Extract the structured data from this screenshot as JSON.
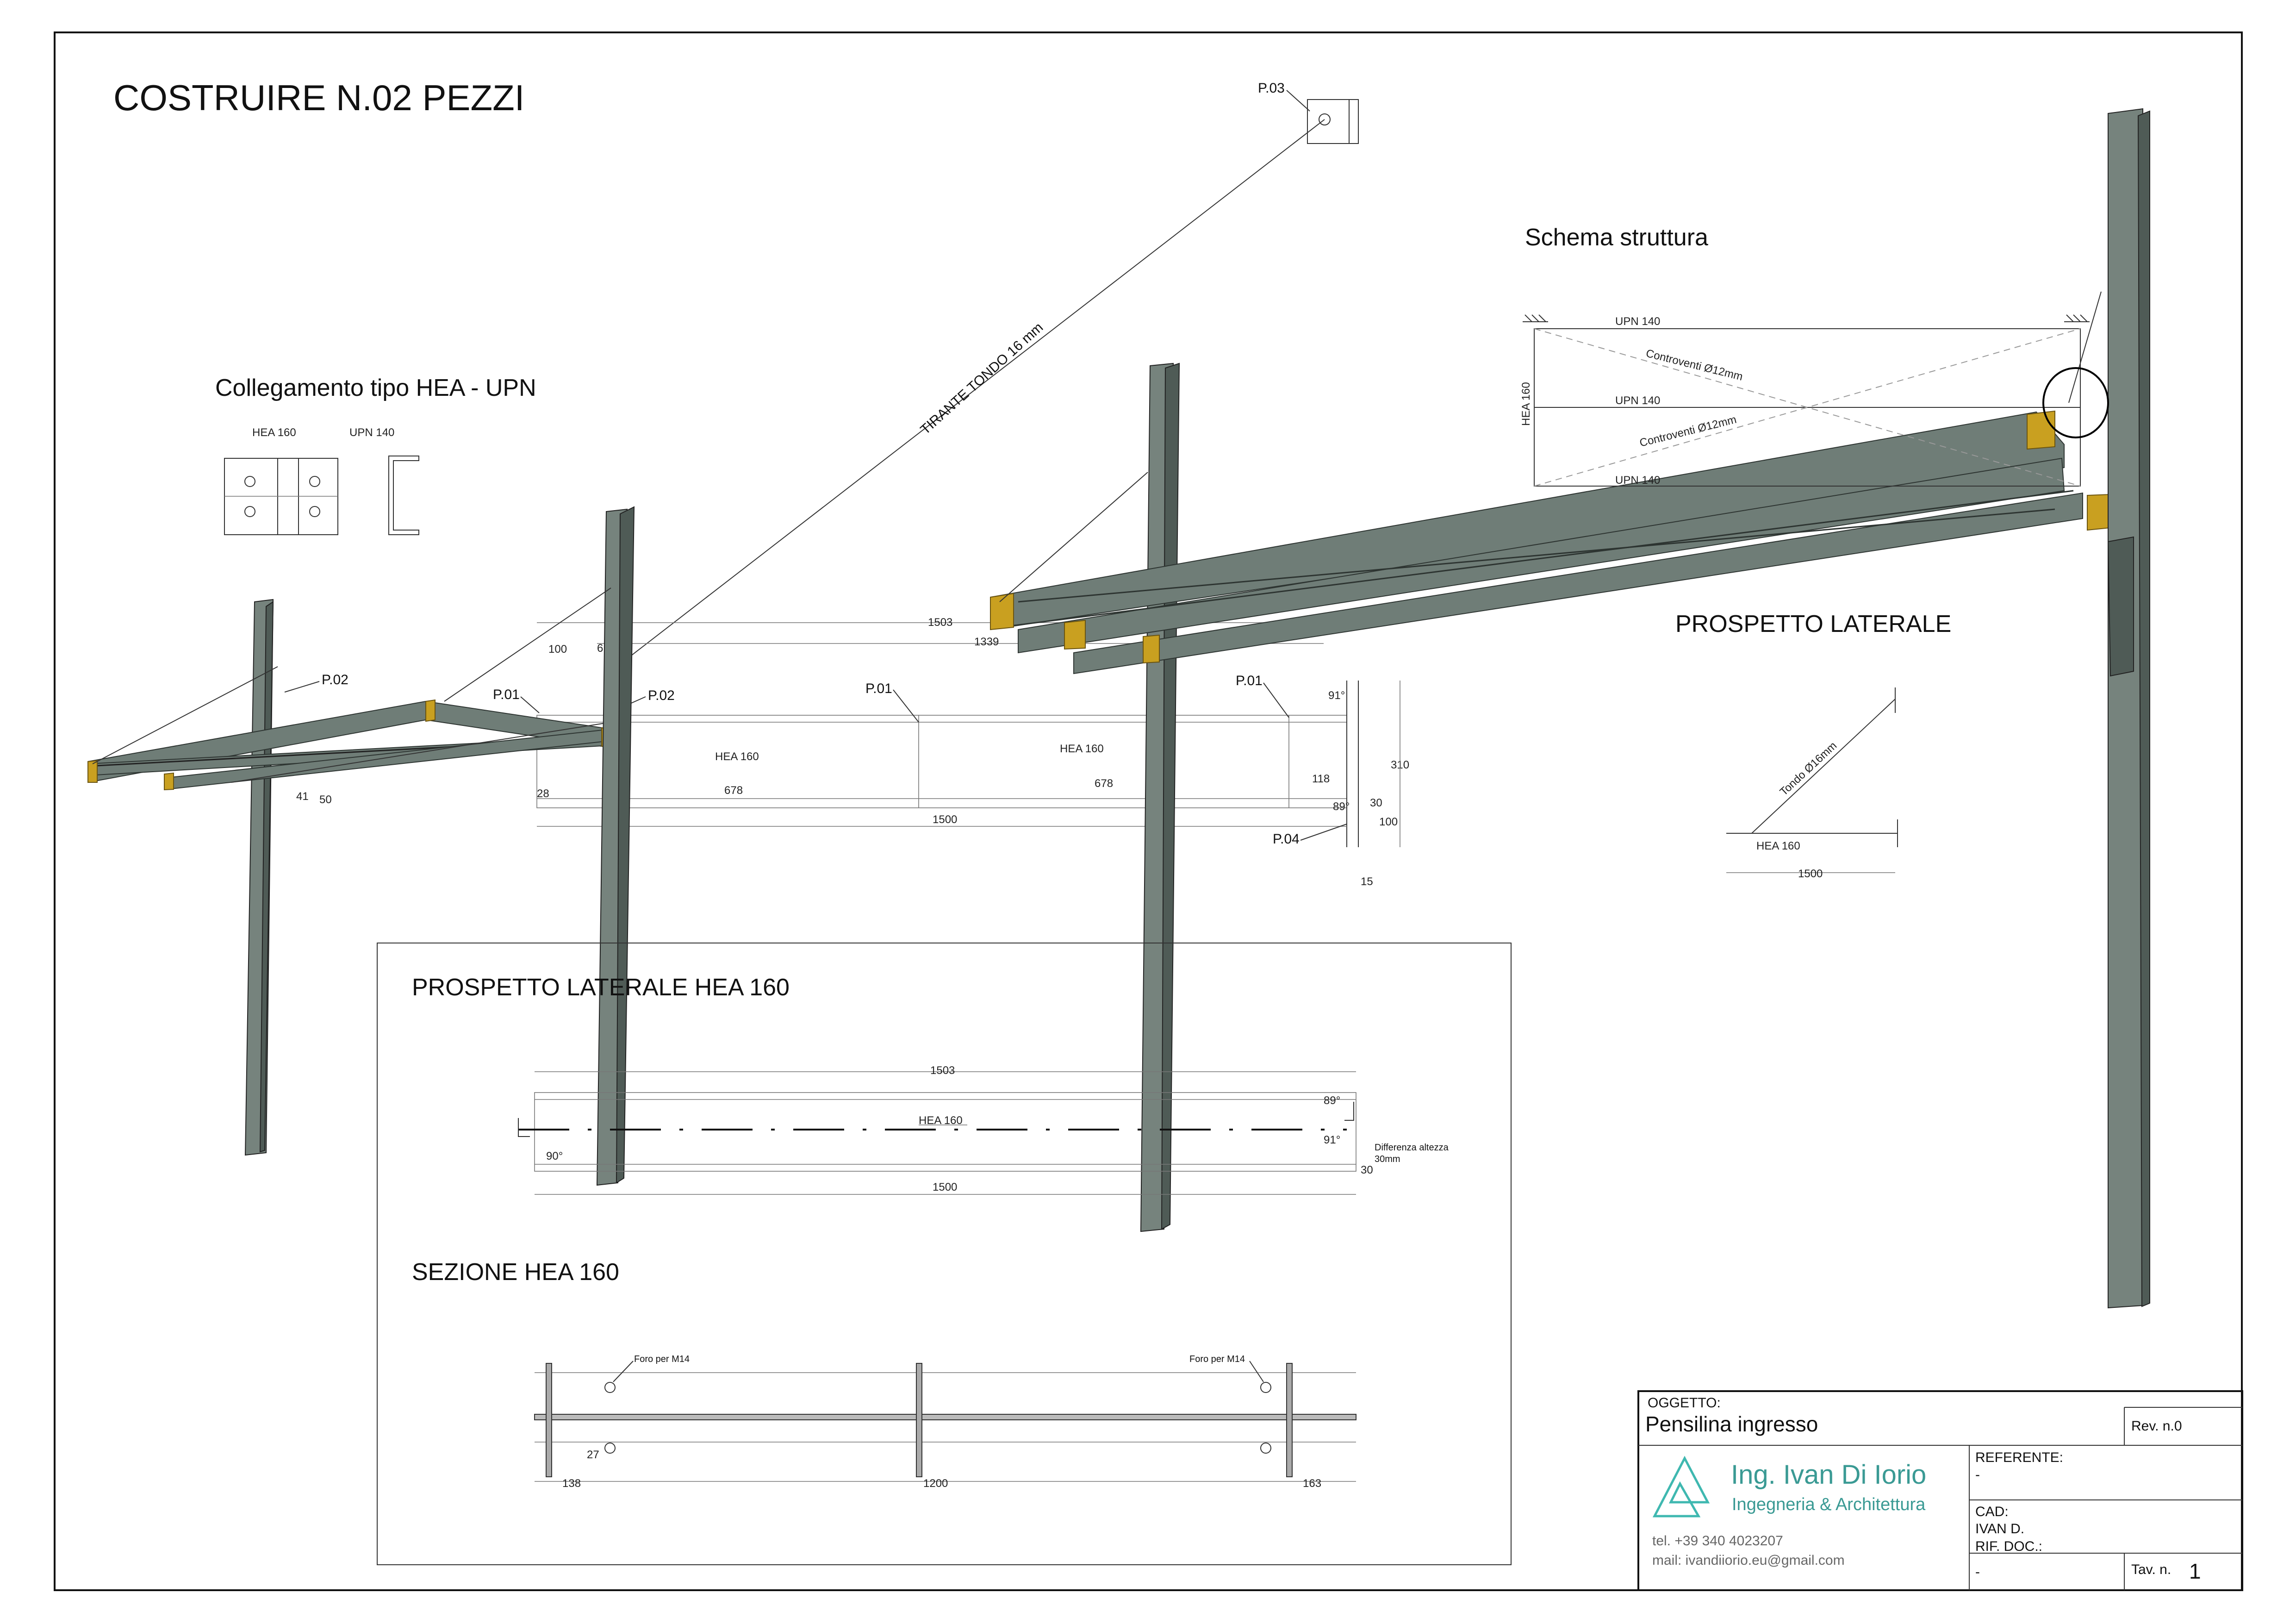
{
  "header": {
    "title": "COSTRUIRE N.02 PEZZI"
  },
  "labels": {
    "p03": "P.03",
    "tirante": "TIRANTE TONDO 16 mm",
    "schema": "Schema struttura",
    "collegamento": "Collegamento tipo HEA - UPN",
    "hea160": "HEA 160",
    "upn140": "UPN 140",
    "p01": "P.01",
    "p02": "P.02",
    "p04": "P.04",
    "controventi": "Controventi Ø12mm",
    "prospetto_laterale": "PROSPETTO LATERALE",
    "tondo": "Tondo Ø16mm",
    "prospetto_hea": "PROSPETTO LATERALE HEA 160",
    "sezione_hea": "SEZIONE HEA 160",
    "foro": "Foro per M14",
    "differenza": "Differenza altezza",
    "differenza2": "30mm"
  },
  "dims": {
    "d1503": "1503",
    "d1339": "1339",
    "d100": "100",
    "d6": "6",
    "d678": "678",
    "d1500": "1500",
    "d28": "28",
    "d41": "41",
    "d50": "50",
    "d91": "91°",
    "d89": "89°",
    "d90": "90°",
    "d118": "118",
    "d310": "310",
    "d30": "30",
    "d15": "15",
    "d27": "27",
    "d138": "138",
    "d1200": "1200",
    "d163": "163"
  },
  "title_block": {
    "oggetto_label": "OGGETTO:",
    "oggetto_value": "Pensilina ingresso",
    "rev": "Rev. n.0",
    "company_name": "Ing. Ivan Di Iorio",
    "company_sub": "Ingegneria & Architettura",
    "tel": "tel.   +39 340 4023207",
    "mail": "mail: ivandiiorio.eu@gmail.com",
    "referente_label": "REFERENTE:",
    "referente_value": "-",
    "cad_label": "CAD:",
    "cad_value": "IVAN D.",
    "rif_label": "RIF. DOC.:",
    "rif_value": "-",
    "tav_label": "Tav. n.",
    "tav_value": "1"
  },
  "colors": {
    "steel": "#6f7d77",
    "plate": "#c9a020",
    "logo": "#3fb8b0",
    "ink": "#111111"
  }
}
